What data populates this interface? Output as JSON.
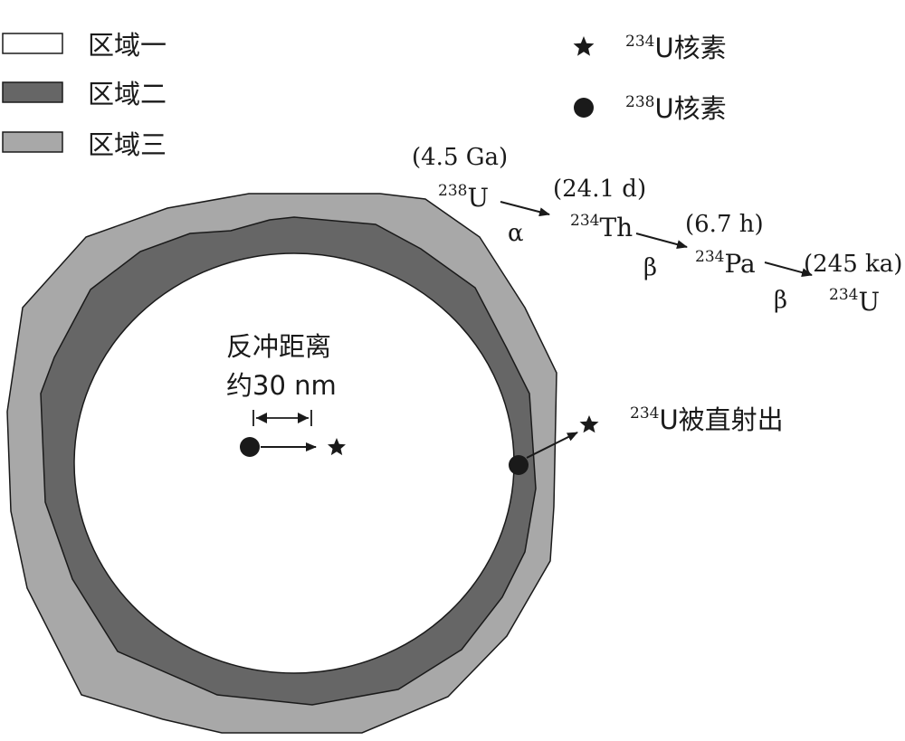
{
  "legend": {
    "regions": [
      {
        "label": "区域一",
        "color": "#ffffff"
      },
      {
        "label": "区域二",
        "color": "#666666"
      },
      {
        "label": "区域三",
        "color": "#a8a8a8"
      }
    ],
    "symbols": [
      {
        "sup": "234",
        "text": "U核素",
        "icon": "star-icon"
      },
      {
        "sup": "238",
        "text": "U核素",
        "icon": "circle-dot-icon"
      }
    ]
  },
  "decay_chain": {
    "u238": {
      "sup": "238",
      "sym": "U",
      "halflife": "(4.5 Ga)"
    },
    "alpha": "α",
    "th234": {
      "sup": "234",
      "sym": "Th",
      "halflife": "(24.1 d)"
    },
    "beta1": "β",
    "pa234": {
      "sup": "234",
      "sym": "Pa",
      "halflife": "(6.7 h)"
    },
    "beta2": "β",
    "u234": {
      "sup": "234",
      "sym": "U",
      "halflife": "(245 ka)"
    }
  },
  "recoil": {
    "line1": "反冲距离",
    "line2": "约30 nm"
  },
  "ejected": {
    "sup": "234",
    "text": "U被直射出"
  },
  "colors": {
    "region_one": "#ffffff",
    "region_two": "#666666",
    "region_three": "#a8a8a8",
    "ink": "#1a1a1a"
  }
}
